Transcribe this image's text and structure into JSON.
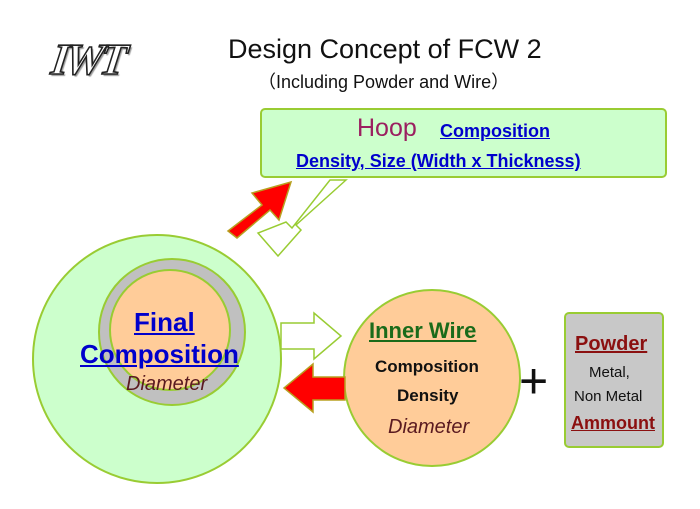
{
  "logo": "IWT",
  "header": {
    "title": "Design Concept of FCW 2",
    "subtitle": "（Including Powder and Wire）"
  },
  "hoop": {
    "label": "Hoop",
    "composition": "Composition",
    "details": "Density, Size (Width x Thickness)"
  },
  "final": {
    "line1": "Final",
    "line2": "Composition",
    "diameter": "Diameter"
  },
  "inner_wire": {
    "title": "Inner Wire",
    "composition": "Composition",
    "density": "Density",
    "diameter": "Diameter"
  },
  "plus_sign": "+",
  "powder": {
    "title": "Powder",
    "metal": "Metal,",
    "non_metal": "Non Metal",
    "amount": "Ammount"
  },
  "colors": {
    "outer_ring": "#ccffcc",
    "border_green": "#99cc33",
    "core_peach": "#ffcc99",
    "sheath_gray": "#c0c0c0",
    "arrow_red": "#ff0000",
    "link_blue": "#0000cc",
    "dark_red": "#8b1010",
    "wire_green": "#1a6b1a"
  }
}
